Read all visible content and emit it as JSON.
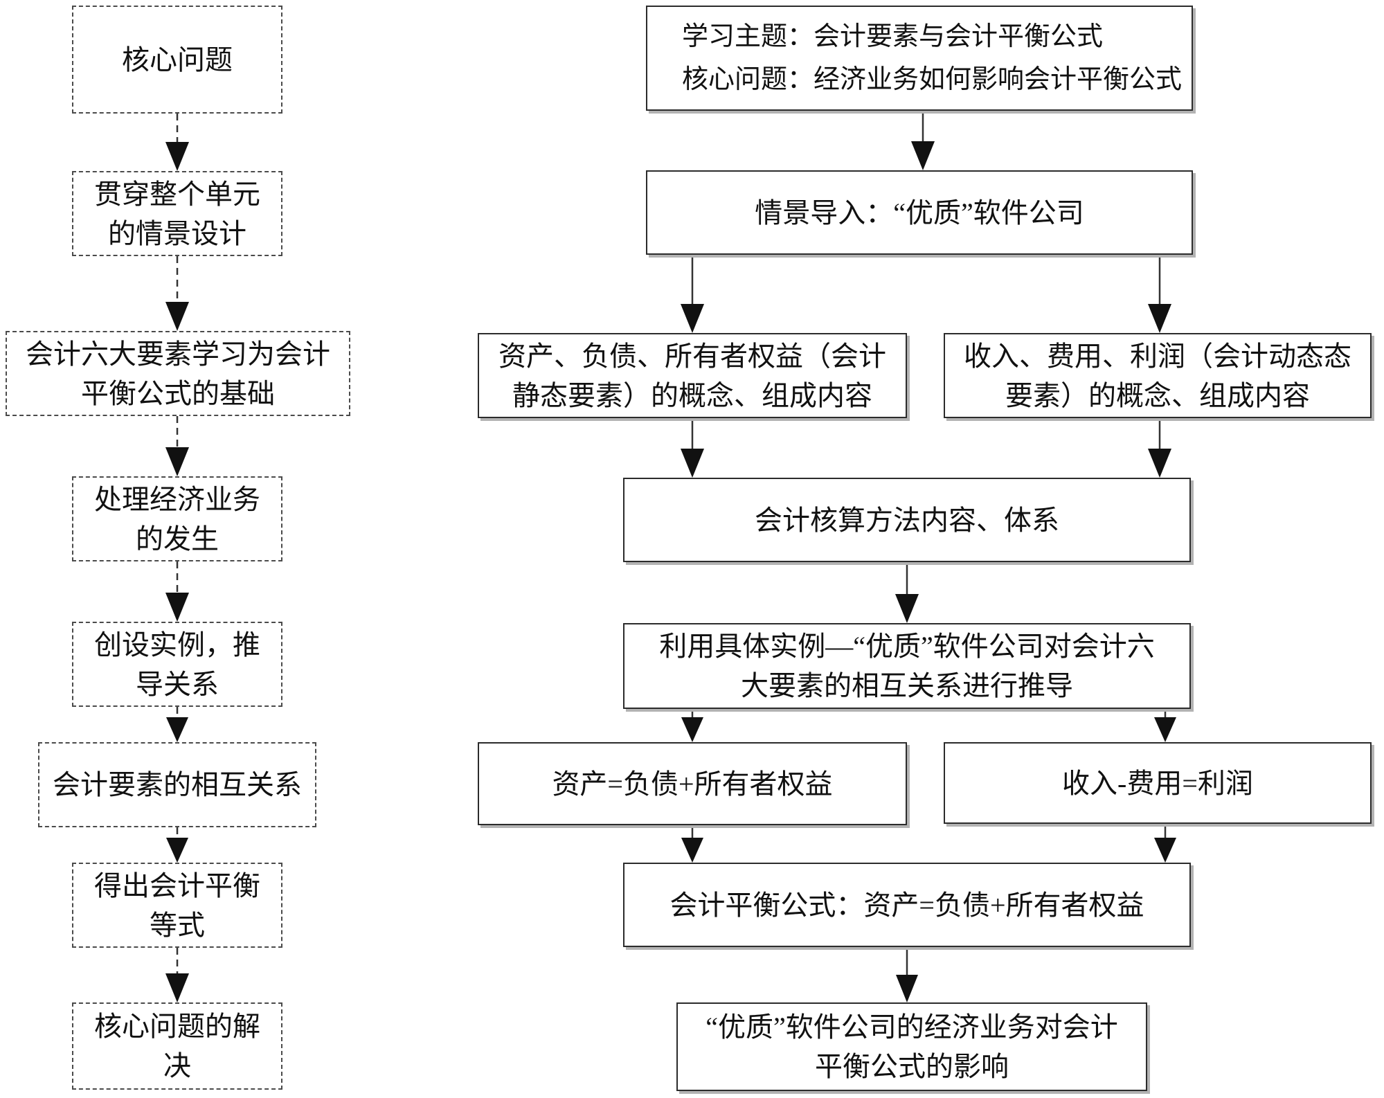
{
  "diagram": {
    "title": "会计要素与会计平衡公式教学流程图",
    "colors": {
      "line": "#333333",
      "arrowhead": "#111111",
      "solid_box_border": "#2b2b2b",
      "dashed_box_border": "#4a4a4a",
      "background": "#ffffff"
    },
    "left_column": [
      {
        "id": "core-question",
        "text": "核心问题"
      },
      {
        "id": "scenario-design",
        "text": "贯穿整个单元\n的情景设计"
      },
      {
        "id": "six-elements-basis",
        "text": "会计六大要素学习为会计\n平衡公式的基础"
      },
      {
        "id": "handle-business",
        "text": "处理经济业务\n的发生"
      },
      {
        "id": "create-examples",
        "text": "创设实例，推\n导关系"
      },
      {
        "id": "element-relations",
        "text": "会计要素的相互关系"
      },
      {
        "id": "derive-equation",
        "text": "得出会计平衡\n等式"
      },
      {
        "id": "core-question-solved",
        "text": "核心问题的解\n决"
      }
    ],
    "right_column": [
      {
        "id": "topic-and-question",
        "text": "学习主题：会计要素与会计平衡公式\n核心问题：经济业务如何影响会计平衡公式"
      },
      {
        "id": "scenario-intro",
        "text": "情景导入：“优质”软件公司"
      },
      {
        "id": "static-elements",
        "text": "资产、负债、所有者权益（会计\n静态要素）的概念、组成内容"
      },
      {
        "id": "dynamic-elements",
        "text": "收入、费用、利润（会计动态态\n要素）的概念、组成内容"
      },
      {
        "id": "accounting-methods",
        "text": "会计核算方法内容、体系"
      },
      {
        "id": "derive-relations",
        "text": "利用具体实例—“优质”软件公司对会计六\n大要素的相互关系进行推导"
      },
      {
        "id": "asset-equation",
        "text": "资产=负债+所有者权益"
      },
      {
        "id": "profit-equation",
        "text": "收入-费用=利润"
      },
      {
        "id": "balance-formula",
        "text": "会计平衡公式：资产=负债+所有者权益"
      },
      {
        "id": "business-impact",
        "text": "“优质”软件公司的经济业务对会计\n平衡公式的影响"
      }
    ]
  }
}
